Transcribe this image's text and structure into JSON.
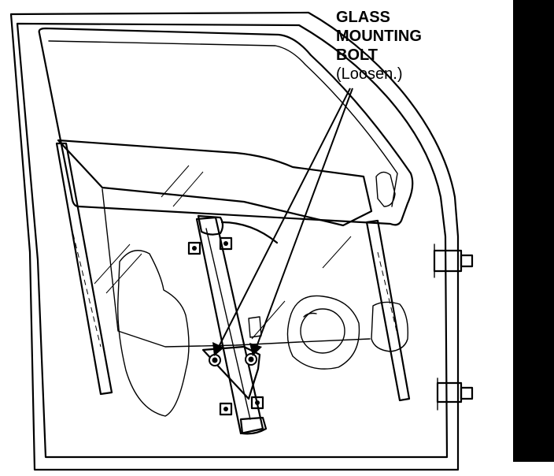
{
  "callout": {
    "line1": "GLASS",
    "line2": "MOUNTING",
    "line3": "BOLT",
    "line4": "(Loosen.)"
  },
  "colors": {
    "ink": "#000000",
    "paper": "#ffffff",
    "side_bar": "#000000"
  }
}
